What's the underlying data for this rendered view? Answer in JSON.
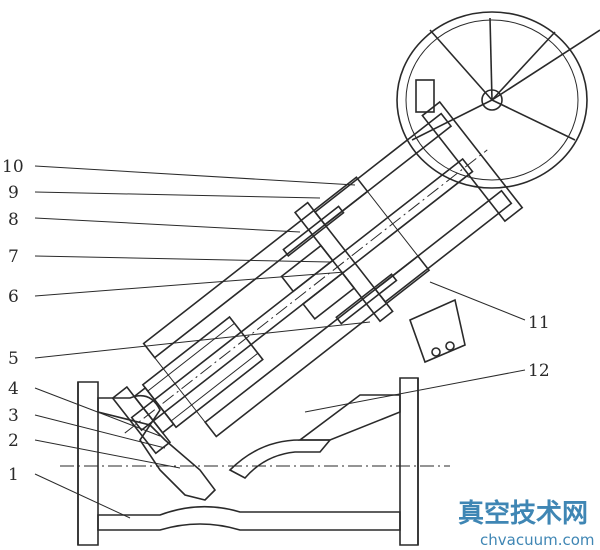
{
  "diagram": {
    "labels": [
      "1",
      "2",
      "3",
      "4",
      "5",
      "6",
      "7",
      "8",
      "9",
      "10",
      "11",
      "12"
    ]
  },
  "watermark": {
    "chinese": "真空技术网",
    "url": "chvacuum.com"
  }
}
